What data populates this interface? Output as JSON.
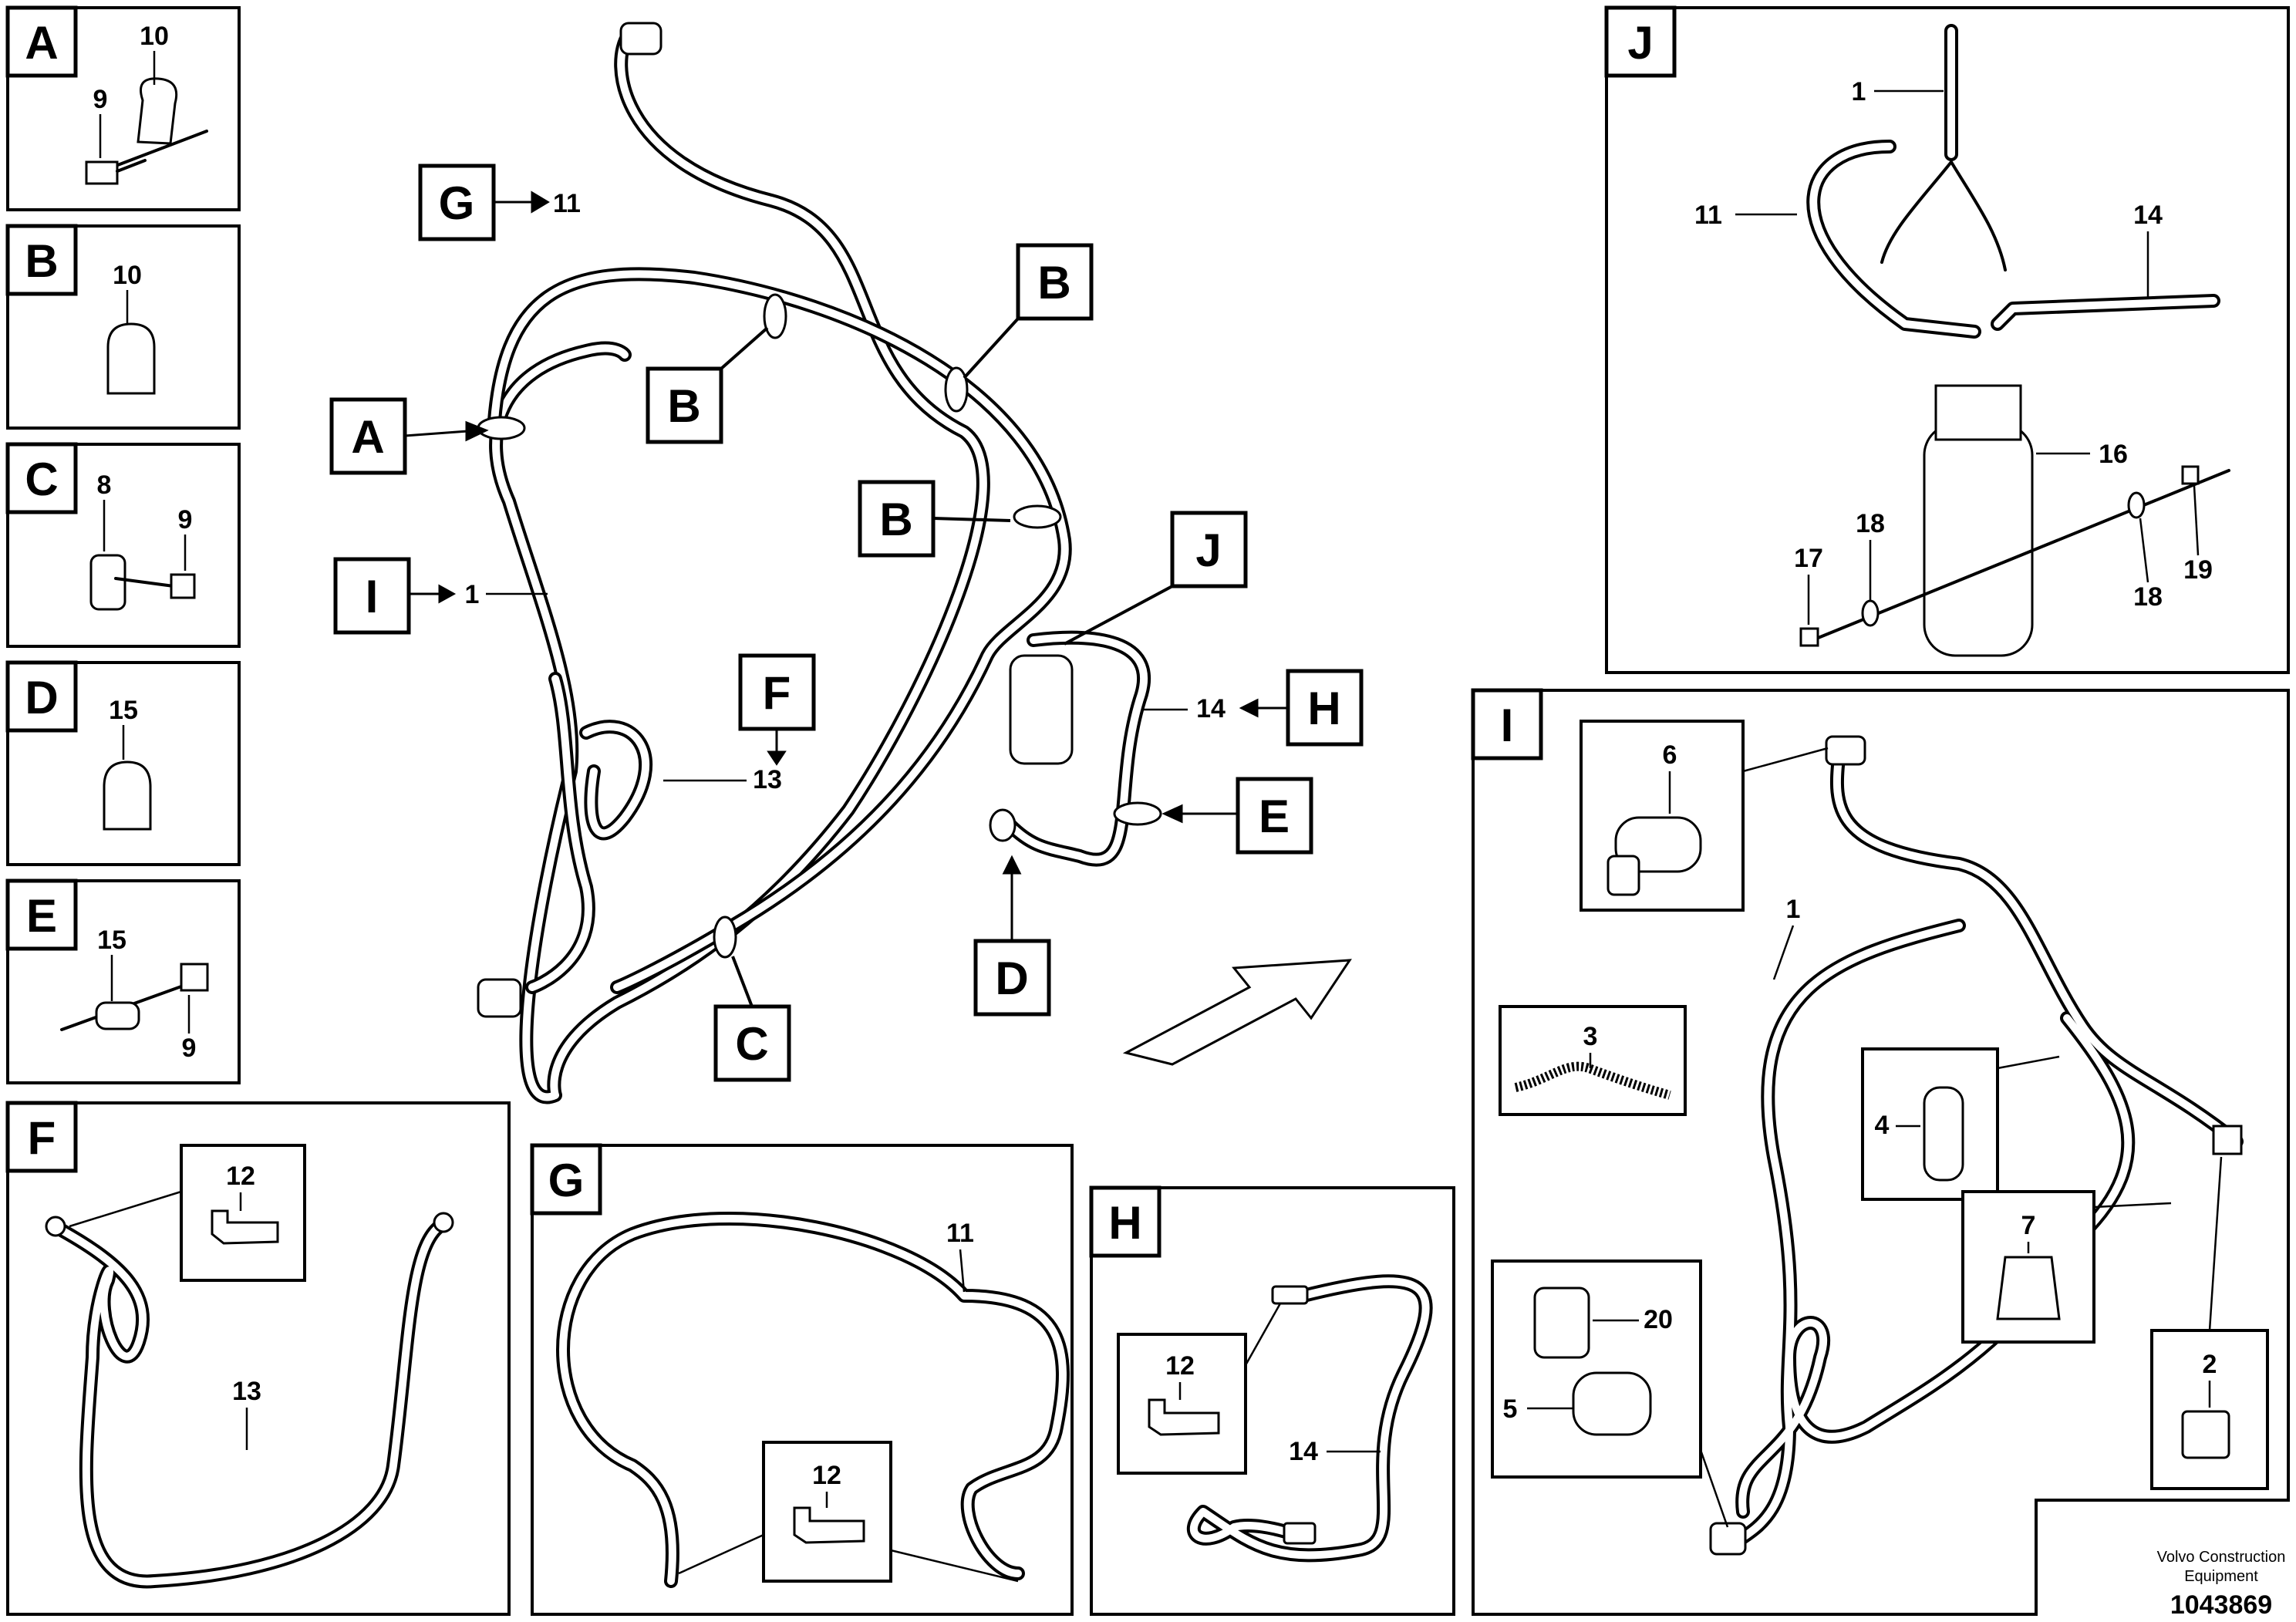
{
  "letters": {
    "A": "A",
    "B": "B",
    "C": "C",
    "D": "D",
    "E": "E",
    "F": "F",
    "G": "G",
    "H": "H",
    "I": "I",
    "J": "J"
  },
  "numbers": {
    "n1": "1",
    "n2": "2",
    "n3": "3",
    "n4": "4",
    "n5": "5",
    "n6": "6",
    "n7": "7",
    "n8": "8",
    "n9": "9",
    "n10": "10",
    "n11": "11",
    "n12": "12",
    "n13": "13",
    "n14": "14",
    "n15": "15",
    "n16": "16",
    "n17": "17",
    "n18": "18",
    "n19": "19",
    "n20": "20"
  },
  "footer": {
    "brand_line1": "Volvo Construction",
    "brand_line2": "Equipment",
    "drawing_number": "1043869"
  }
}
